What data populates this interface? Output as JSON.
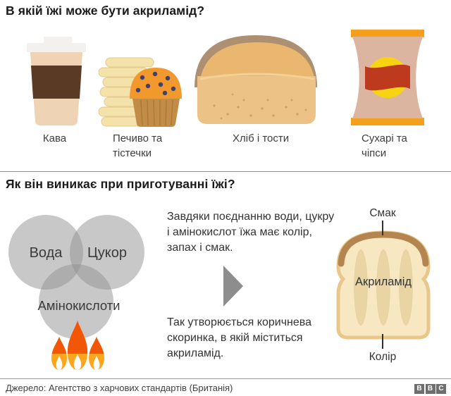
{
  "section1": {
    "title": "В якій їжі може бути акриламід?",
    "items": [
      {
        "label": "Кава",
        "icon": "coffee-cup"
      },
      {
        "label": "Печиво та тістечки",
        "icon": "biscuits-and-muffin"
      },
      {
        "label": "Хліб і тости",
        "icon": "bread-loaf"
      },
      {
        "label": "Сухарі та чіпси",
        "icon": "crisps-bag"
      }
    ]
  },
  "section2": {
    "title": "Як він виникає при приготуванні їжі?",
    "venn": {
      "water": "Вода",
      "sugar": "Цукор",
      "amino_acids": "Амінокислоти"
    },
    "paragraph_top": "Завдяки поєднанню води, цукру і амінокислот їжа має колір, запах і смак.",
    "paragraph_bottom": "Так утворюється коричнева скоринка, в якій міститься акриламід.",
    "toast": {
      "taste": "Смак",
      "acrylamide": "Акриламід",
      "colour": "Колір"
    }
  },
  "footer": {
    "source": "Джерело: Агентство з харчових стандартів (Британія)",
    "bbc": [
      "B",
      "B",
      "C"
    ]
  },
  "colors": {
    "flame_top": "#f25607",
    "flame_bottom": "#ffa51d",
    "venn_circle": "#919191",
    "arrow": "#8d8d8d",
    "coffee_sleeve": "#5b3a25",
    "cup_body": "#eed3b5",
    "muffin_top": "#f2992e",
    "bread_body": "#ecc287",
    "bag_body": "#dcb5a1",
    "bag_flap": "#f5a01c",
    "bag_circle": "#f7d411",
    "bag_banner": "#bd3a1e",
    "toast_body": "#f8e8c2",
    "toast_crust": "#b4854e",
    "bbc_block": "#6e6e6e"
  }
}
